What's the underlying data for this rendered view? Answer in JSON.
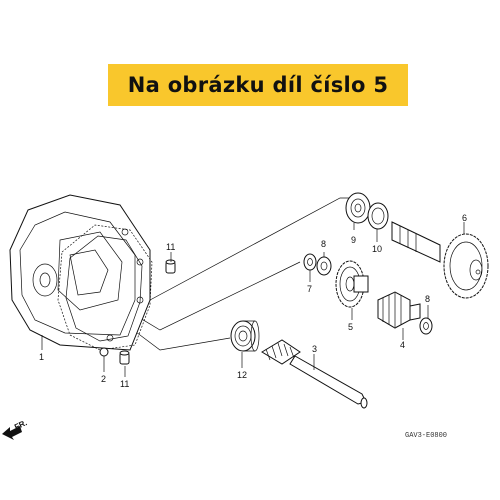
{
  "banner": {
    "text": "Na obrázku díl číslo 5"
  },
  "diagram": {
    "callouts": [
      "1",
      "2",
      "3",
      "4",
      "5",
      "6",
      "7",
      "8",
      "8",
      "9",
      "10",
      "11",
      "11",
      "12"
    ],
    "direction_label": "FR.",
    "drawing_code": "GAV3-E0800"
  }
}
